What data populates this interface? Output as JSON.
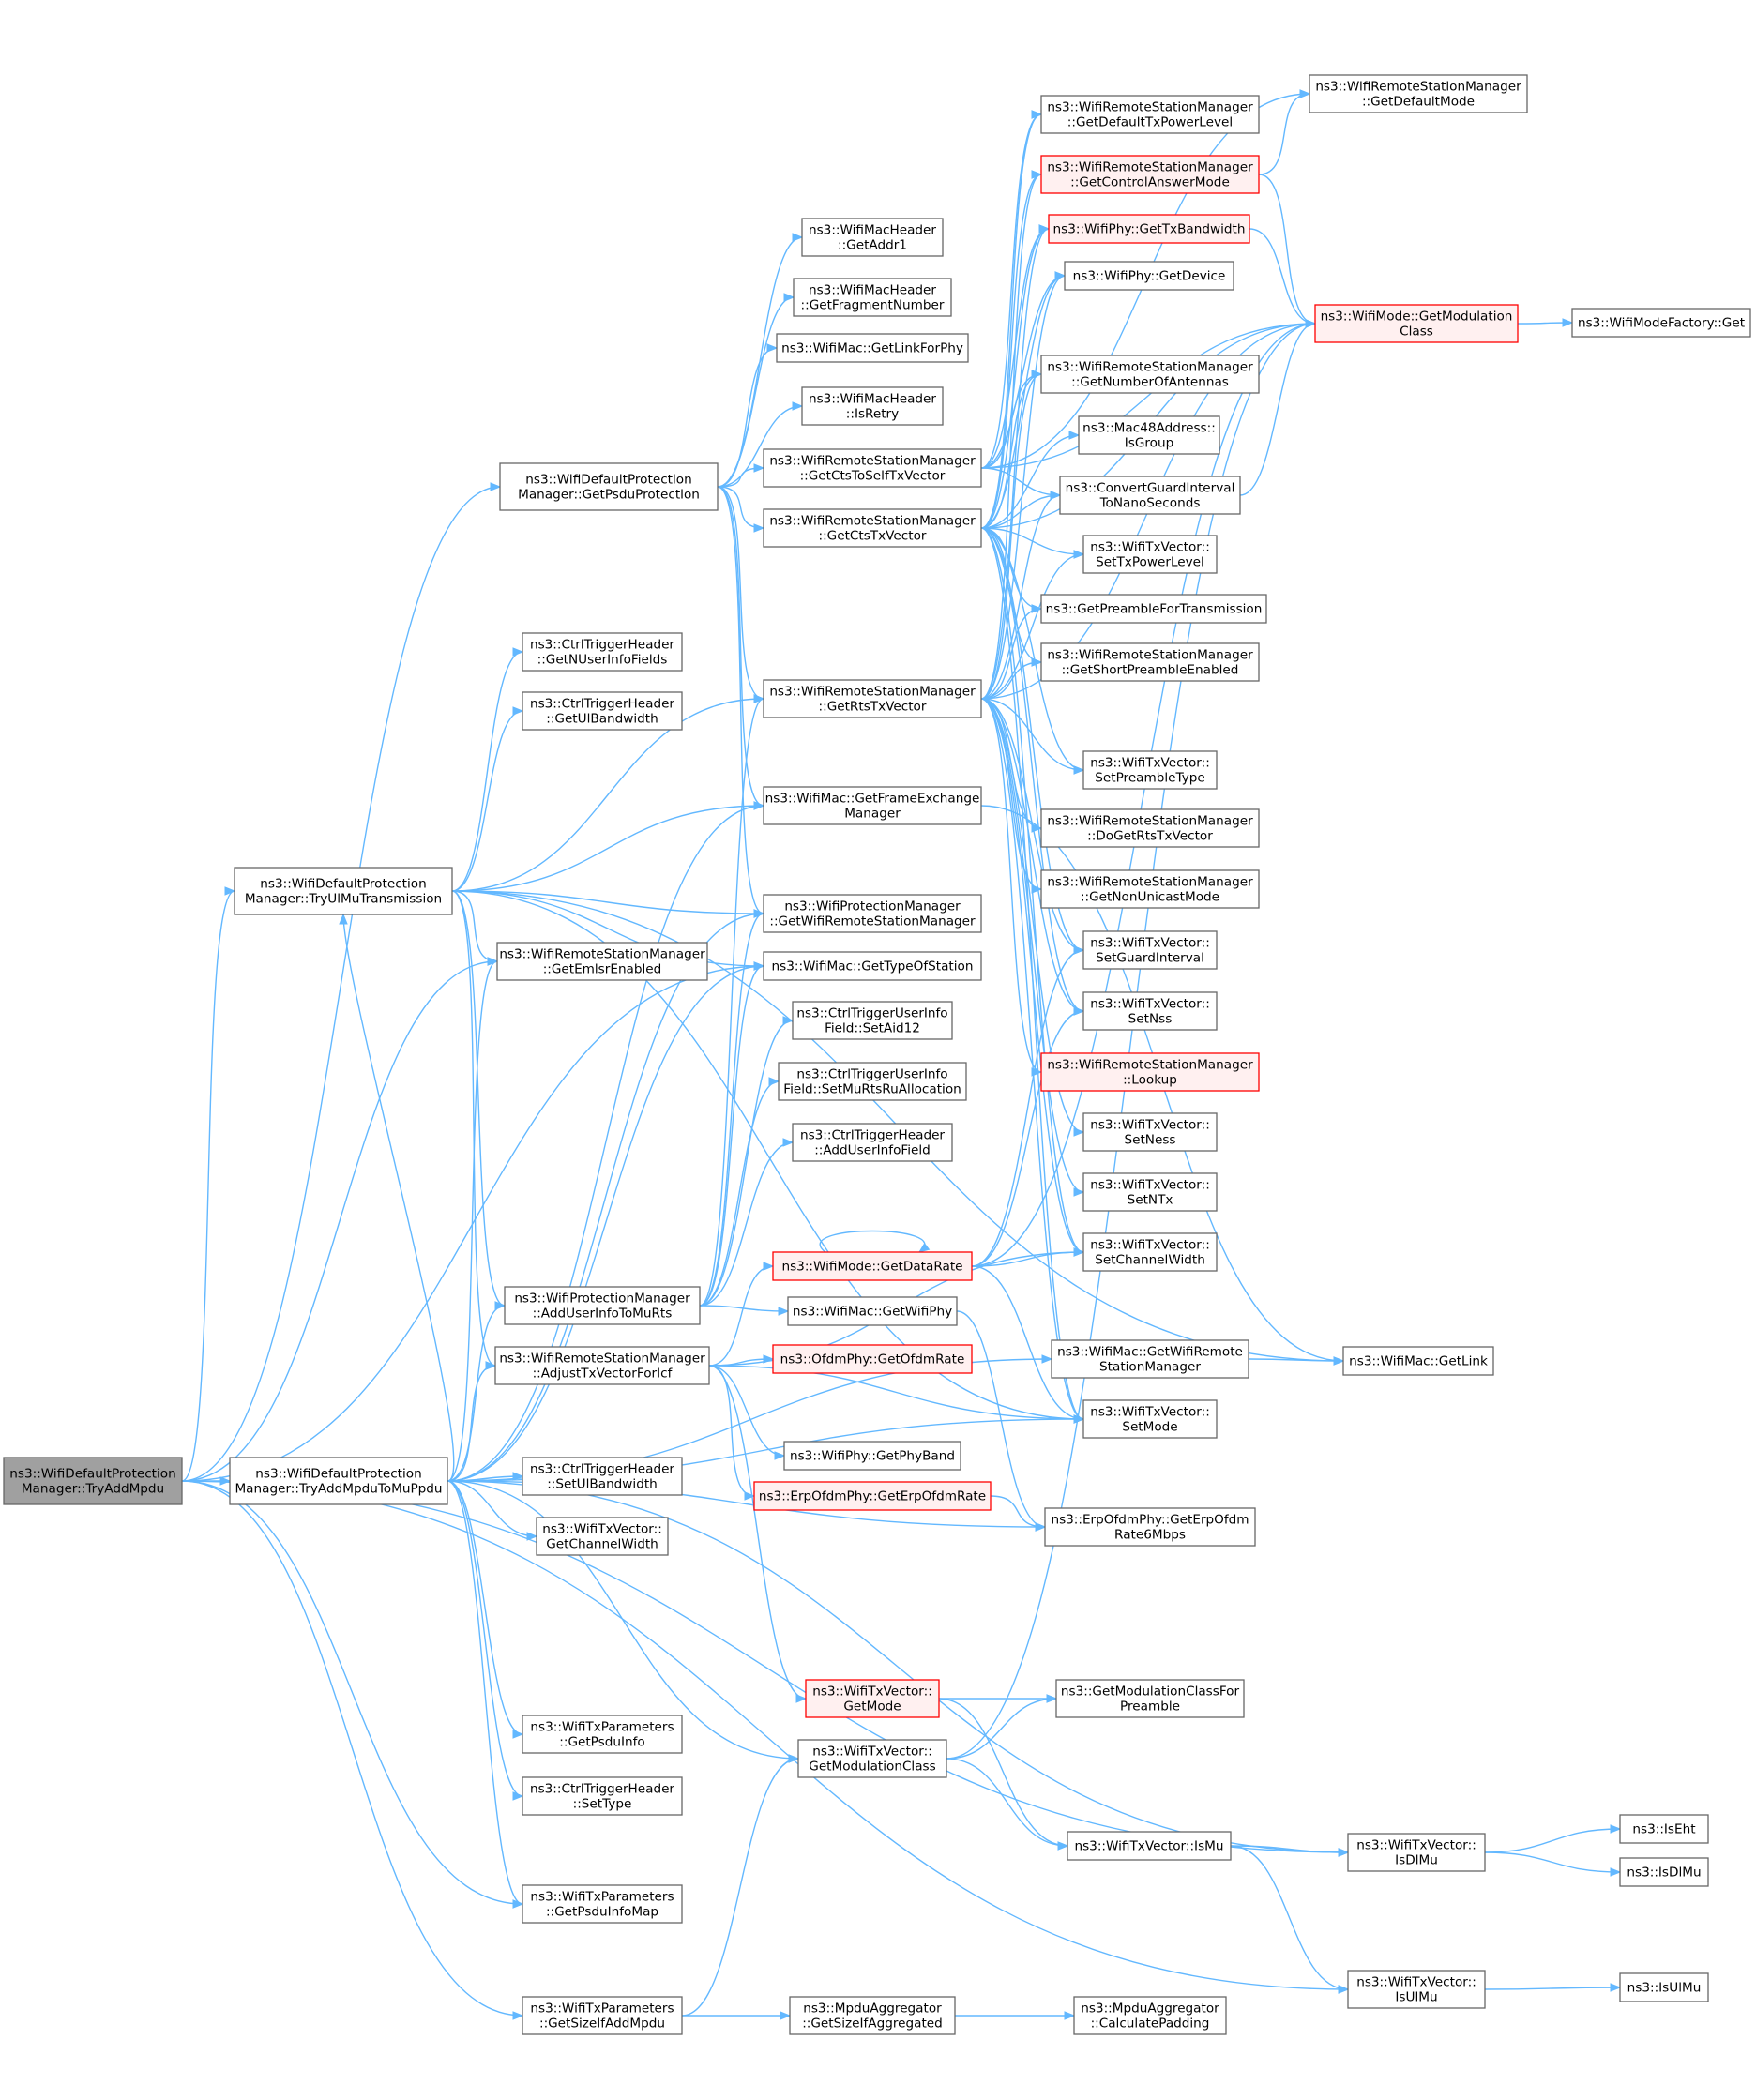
{
  "diagram": {
    "nodes": [
      {
        "id": "root",
        "lines": [
          "ns3::WifiDefaultProtection",
          "Manager::TryAddMpdu"
        ],
        "style": "root"
      },
      {
        "id": "getPsduProtection",
        "lines": [
          "ns3::WifiDefaultProtection",
          "Manager::GetPsduProtection"
        ],
        "style": "normal"
      },
      {
        "id": "tryUlMu",
        "lines": [
          "ns3::WifiDefaultProtection",
          "Manager::TryUlMuTransmission"
        ],
        "style": "normal"
      },
      {
        "id": "tryAddMpduToMuPpdu",
        "lines": [
          "ns3::WifiDefaultProtection",
          "Manager::TryAddMpduToMuPpdu"
        ],
        "style": "normal"
      },
      {
        "id": "getAddr1",
        "lines": [
          "ns3::WifiMacHeader",
          "::GetAddr1"
        ],
        "style": "normal"
      },
      {
        "id": "getFragNum",
        "lines": [
          "ns3::WifiMacHeader",
          "::GetFragmentNumber"
        ],
        "style": "normal"
      },
      {
        "id": "getLinkForPhy",
        "lines": [
          "ns3::WifiMac::GetLinkForPhy"
        ],
        "style": "normal"
      },
      {
        "id": "isRetry",
        "lines": [
          "ns3::WifiMacHeader",
          "::IsRetry"
        ],
        "style": "normal"
      },
      {
        "id": "getCtsToSelf",
        "lines": [
          "ns3::WifiRemoteStationManager",
          "::GetCtsToSelfTxVector"
        ],
        "style": "normal"
      },
      {
        "id": "getCtsTx",
        "lines": [
          "ns3::WifiRemoteStationManager",
          "::GetCtsTxVector"
        ],
        "style": "normal"
      },
      {
        "id": "getNUserInfo",
        "lines": [
          "ns3::CtrlTriggerHeader",
          "::GetNUserInfoFields"
        ],
        "style": "normal"
      },
      {
        "id": "getUlBw",
        "lines": [
          "ns3::CtrlTriggerHeader",
          "::GetUlBandwidth"
        ],
        "style": "normal"
      },
      {
        "id": "getRtsTx",
        "lines": [
          "ns3::WifiRemoteStationManager",
          "::GetRtsTxVector"
        ],
        "style": "normal"
      },
      {
        "id": "getFem",
        "lines": [
          "ns3::WifiMac::GetFrameExchange",
          "Manager"
        ],
        "style": "normal"
      },
      {
        "id": "getWrsm",
        "lines": [
          "ns3::WifiProtectionManager",
          "::GetWifiRemoteStationManager"
        ],
        "style": "normal"
      },
      {
        "id": "getEmlsr",
        "lines": [
          "ns3::WifiRemoteStationManager",
          "::GetEmlsrEnabled"
        ],
        "style": "normal"
      },
      {
        "id": "getTypeOfStation",
        "lines": [
          "ns3::WifiMac::GetTypeOfStation"
        ],
        "style": "normal"
      },
      {
        "id": "setAid12",
        "lines": [
          "ns3::CtrlTriggerUserInfo",
          "Field::SetAid12"
        ],
        "style": "normal"
      },
      {
        "id": "setMuRtsRu",
        "lines": [
          "ns3::CtrlTriggerUserInfo",
          "Field::SetMuRtsRuAllocation"
        ],
        "style": "normal"
      },
      {
        "id": "addUserInfoField",
        "lines": [
          "ns3::CtrlTriggerHeader",
          "::AddUserInfoField"
        ],
        "style": "normal"
      },
      {
        "id": "getDataRate",
        "lines": [
          "ns3::WifiMode::GetDataRate"
        ],
        "style": "red"
      },
      {
        "id": "addUserInfoToMuRts",
        "lines": [
          "ns3::WifiProtectionManager",
          "::AddUserInfoToMuRts"
        ],
        "style": "normal"
      },
      {
        "id": "getWifiPhy",
        "lines": [
          "ns3::WifiMac::GetWifiPhy"
        ],
        "style": "normal"
      },
      {
        "id": "adjustTxVector",
        "lines": [
          "ns3::WifiRemoteStationManager",
          "::AdjustTxVectorForIcf"
        ],
        "style": "normal"
      },
      {
        "id": "getOfdmRate",
        "lines": [
          "ns3::OfdmPhy::GetOfdmRate"
        ],
        "style": "red"
      },
      {
        "id": "getPhyBand",
        "lines": [
          "ns3::WifiPhy::GetPhyBand"
        ],
        "style": "normal"
      },
      {
        "id": "getErpOfdmRate",
        "lines": [
          "ns3::ErpOfdmPhy::GetErpOfdmRate"
        ],
        "style": "red"
      },
      {
        "id": "setUlBw",
        "lines": [
          "ns3::CtrlTriggerHeader",
          "::SetUlBandwidth"
        ],
        "style": "normal"
      },
      {
        "id": "getChannelWidth",
        "lines": [
          "ns3::WifiTxVector::",
          "GetChannelWidth"
        ],
        "style": "normal"
      },
      {
        "id": "getTxVecMode",
        "lines": [
          "ns3::WifiTxVector::",
          "GetMode"
        ],
        "style": "red"
      },
      {
        "id": "getPsduInfo",
        "lines": [
          "ns3::WifiTxParameters",
          "::GetPsduInfo"
        ],
        "style": "normal"
      },
      {
        "id": "getModClass",
        "lines": [
          "ns3::WifiTxVector::",
          "GetModulationClass"
        ],
        "style": "normal"
      },
      {
        "id": "setType",
        "lines": [
          "ns3::CtrlTriggerHeader",
          "::SetType"
        ],
        "style": "normal"
      },
      {
        "id": "getPsduInfoMap",
        "lines": [
          "ns3::WifiTxParameters",
          "::GetPsduInfoMap"
        ],
        "style": "normal"
      },
      {
        "id": "getSizeIfAddMpdu",
        "lines": [
          "ns3::WifiTxParameters",
          "::GetSizeIfAddMpdu"
        ],
        "style": "normal"
      },
      {
        "id": "getSizeIfAggregated",
        "lines": [
          "ns3::MpduAggregator",
          "::GetSizeIfAggregated"
        ],
        "style": "normal"
      },
      {
        "id": "getDefaultTxPower",
        "lines": [
          "ns3::WifiRemoteStationManager",
          "::GetDefaultTxPowerLevel"
        ],
        "style": "normal"
      },
      {
        "id": "getControlAnswerMode",
        "lines": [
          "ns3::WifiRemoteStationManager",
          "::GetControlAnswerMode"
        ],
        "style": "red"
      },
      {
        "id": "getTxBandwidth",
        "lines": [
          "ns3::WifiPhy::GetTxBandwidth"
        ],
        "style": "red"
      },
      {
        "id": "getDevice",
        "lines": [
          "ns3::WifiPhy::GetDevice"
        ],
        "style": "normal"
      },
      {
        "id": "getNumAntennas",
        "lines": [
          "ns3::WifiRemoteStationManager",
          "::GetNumberOfAntennas"
        ],
        "style": "normal"
      },
      {
        "id": "isGroup",
        "lines": [
          "ns3::Mac48Address::",
          "IsGroup"
        ],
        "style": "normal"
      },
      {
        "id": "convertGI",
        "lines": [
          "ns3::ConvertGuardInterval",
          "ToNanoSeconds"
        ],
        "style": "normal"
      },
      {
        "id": "setTxPowerLevel",
        "lines": [
          "ns3::WifiTxVector::",
          "SetTxPowerLevel"
        ],
        "style": "normal"
      },
      {
        "id": "getPreambleForTx",
        "lines": [
          "ns3::GetPreambleForTransmission"
        ],
        "style": "normal"
      },
      {
        "id": "getShortPreamble",
        "lines": [
          "ns3::WifiRemoteStationManager",
          "::GetShortPreambleEnabled"
        ],
        "style": "normal"
      },
      {
        "id": "setPreambleType",
        "lines": [
          "ns3::WifiTxVector::",
          "SetPreambleType"
        ],
        "style": "normal"
      },
      {
        "id": "doGetRts",
        "lines": [
          "ns3::WifiRemoteStationManager",
          "::DoGetRtsTxVector"
        ],
        "style": "normal"
      },
      {
        "id": "getNonUnicast",
        "lines": [
          "ns3::WifiRemoteStationManager",
          "::GetNonUnicastMode"
        ],
        "style": "normal"
      },
      {
        "id": "setGuardInterval",
        "lines": [
          "ns3::WifiTxVector::",
          "SetGuardInterval"
        ],
        "style": "normal"
      },
      {
        "id": "setNss",
        "lines": [
          "ns3::WifiTxVector::",
          "SetNss"
        ],
        "style": "normal"
      },
      {
        "id": "lookup",
        "lines": [
          "ns3::WifiRemoteStationManager",
          "::Lookup"
        ],
        "style": "red"
      },
      {
        "id": "setNess",
        "lines": [
          "ns3::WifiTxVector::",
          "SetNess"
        ],
        "style": "normal"
      },
      {
        "id": "setNTx",
        "lines": [
          "ns3::WifiTxVector::",
          "SetNTx"
        ],
        "style": "normal"
      },
      {
        "id": "setChannelWidth",
        "lines": [
          "ns3::WifiTxVector::",
          "SetChannelWidth"
        ],
        "style": "normal"
      },
      {
        "id": "getWifiRsmMac",
        "lines": [
          "ns3::WifiMac::GetWifiRemote",
          "StationManager"
        ],
        "style": "normal"
      },
      {
        "id": "setMode",
        "lines": [
          "ns3::WifiTxVector::",
          "SetMode"
        ],
        "style": "normal"
      },
      {
        "id": "getErpOfdmRate6",
        "lines": [
          "ns3::ErpOfdmPhy::GetErpOfdm",
          "Rate6Mbps"
        ],
        "style": "normal"
      },
      {
        "id": "getModClassForPreamble",
        "lines": [
          "ns3::GetModulationClassFor",
          "Preamble"
        ],
        "style": "normal"
      },
      {
        "id": "isMu",
        "lines": [
          "ns3::WifiTxVector::IsMu"
        ],
        "style": "normal"
      },
      {
        "id": "calcPadding",
        "lines": [
          "ns3::MpduAggregator",
          "::CalculatePadding"
        ],
        "style": "normal"
      },
      {
        "id": "getDefaultMode",
        "lines": [
          "ns3::WifiRemoteStationManager",
          "::GetDefaultMode"
        ],
        "style": "normal"
      },
      {
        "id": "getModulationClassMode",
        "lines": [
          "ns3::WifiMode::GetModulation",
          "Class"
        ],
        "style": "red"
      },
      {
        "id": "getLink",
        "lines": [
          "ns3::WifiMac::GetLink"
        ],
        "style": "normal"
      },
      {
        "id": "isDlMuVec",
        "lines": [
          "ns3::WifiTxVector::",
          "IsDlMu"
        ],
        "style": "normal"
      },
      {
        "id": "isUlMuVec",
        "lines": [
          "ns3::WifiTxVector::",
          "IsUlMu"
        ],
        "style": "normal"
      },
      {
        "id": "wifiModeFactoryGet",
        "lines": [
          "ns3::WifiModeFactory::Get"
        ],
        "style": "normal"
      },
      {
        "id": "isEht",
        "lines": [
          "ns3::IsEht"
        ],
        "style": "normal"
      },
      {
        "id": "isDlMu",
        "lines": [
          "ns3::IsDlMu"
        ],
        "style": "normal"
      },
      {
        "id": "isUlMu",
        "lines": [
          "ns3::IsUlMu"
        ],
        "style": "normal"
      }
    ],
    "edges": [
      [
        "root",
        "getPsduProtection"
      ],
      [
        "root",
        "tryUlMu"
      ],
      [
        "root",
        "tryAddMpduToMuPpdu"
      ],
      [
        "root",
        "getEmlsr"
      ],
      [
        "root",
        "getTypeOfStation"
      ],
      [
        "root",
        "getPsduInfoMap"
      ],
      [
        "root",
        "getSizeIfAddMpdu"
      ],
      [
        "root",
        "isDlMuVec"
      ],
      [
        "root",
        "isUlMuVec"
      ],
      [
        "getPsduProtection",
        "getAddr1"
      ],
      [
        "getPsduProtection",
        "getFragNum"
      ],
      [
        "getPsduProtection",
        "getLinkForPhy"
      ],
      [
        "getPsduProtection",
        "isRetry"
      ],
      [
        "getPsduProtection",
        "getCtsToSelf"
      ],
      [
        "getPsduProtection",
        "getCtsTx"
      ],
      [
        "getPsduProtection",
        "getRtsTx"
      ],
      [
        "getPsduProtection",
        "getFem"
      ],
      [
        "getPsduProtection",
        "getWrsm"
      ],
      [
        "tryUlMu",
        "getNUserInfo"
      ],
      [
        "tryUlMu",
        "getUlBw"
      ],
      [
        "tryUlMu",
        "getRtsTx"
      ],
      [
        "tryUlMu",
        "getFem"
      ],
      [
        "tryUlMu",
        "getWrsm"
      ],
      [
        "tryUlMu",
        "getEmlsr"
      ],
      [
        "tryUlMu",
        "getTypeOfStation"
      ],
      [
        "tryUlMu",
        "addUserInfoToMuRts"
      ],
      [
        "tryUlMu",
        "adjustTxVector"
      ],
      [
        "tryUlMu",
        "setMode"
      ],
      [
        "tryUlMu",
        "getLink"
      ],
      [
        "tryAddMpduToMuPpdu",
        "tryUlMu"
      ],
      [
        "tryAddMpduToMuPpdu",
        "getWrsm"
      ],
      [
        "tryAddMpduToMuPpdu",
        "getEmlsr"
      ],
      [
        "tryAddMpduToMuPpdu",
        "getTypeOfStation"
      ],
      [
        "tryAddMpduToMuPpdu",
        "getFem"
      ],
      [
        "tryAddMpduToMuPpdu",
        "addUserInfoToMuRts"
      ],
      [
        "tryAddMpduToMuPpdu",
        "adjustTxVector"
      ],
      [
        "tryAddMpduToMuPpdu",
        "setUlBw"
      ],
      [
        "tryAddMpduToMuPpdu",
        "getChannelWidth"
      ],
      [
        "tryAddMpduToMuPpdu",
        "getPsduInfo"
      ],
      [
        "tryAddMpduToMuPpdu",
        "setType"
      ],
      [
        "tryAddMpduToMuPpdu",
        "getPsduInfoMap"
      ],
      [
        "tryAddMpduToMuPpdu",
        "getModClass"
      ],
      [
        "tryAddMpduToMuPpdu",
        "isDlMuVec"
      ],
      [
        "tryAddMpduToMuPpdu",
        "setMode"
      ],
      [
        "tryAddMpduToMuPpdu",
        "getErpOfdmRate6"
      ],
      [
        "tryAddMpduToMuPpdu",
        "getWifiRsmMac"
      ],
      [
        "addUserInfoToMuRts",
        "getRtsTx"
      ],
      [
        "addUserInfoToMuRts",
        "getWrsm"
      ],
      [
        "addUserInfoToMuRts",
        "getTypeOfStation"
      ],
      [
        "addUserInfoToMuRts",
        "setAid12"
      ],
      [
        "addUserInfoToMuRts",
        "setMuRtsRu"
      ],
      [
        "addUserInfoToMuRts",
        "addUserInfoField"
      ],
      [
        "addUserInfoToMuRts",
        "getWifiPhy"
      ],
      [
        "adjustTxVector",
        "getDataRate"
      ],
      [
        "adjustTxVector",
        "getOfdmRate"
      ],
      [
        "adjustTxVector",
        "getPhyBand"
      ],
      [
        "adjustTxVector",
        "getErpOfdmRate"
      ],
      [
        "adjustTxVector",
        "getTxVecMode"
      ],
      [
        "adjustTxVector",
        "setMode"
      ],
      [
        "adjustTxVector",
        "setChannelWidth"
      ],
      [
        "getSizeIfAddMpdu",
        "getModClass"
      ],
      [
        "getSizeIfAddMpdu",
        "getSizeIfAggregated"
      ],
      [
        "getSizeIfAggregated",
        "calcPadding"
      ],
      [
        "getCtsToSelf",
        "getDefaultTxPower"
      ],
      [
        "getCtsToSelf",
        "getTxBandwidth"
      ],
      [
        "getCtsToSelf",
        "getDevice"
      ],
      [
        "getCtsToSelf",
        "getNumAntennas"
      ],
      [
        "getCtsToSelf",
        "convertGI"
      ],
      [
        "getCtsToSelf",
        "getDefaultMode"
      ],
      [
        "getCtsToSelf",
        "getModulationClassMode"
      ],
      [
        "getCtsTx",
        "getControlAnswerMode"
      ],
      [
        "getCtsTx",
        "getDefaultTxPower"
      ],
      [
        "getCtsTx",
        "getTxBandwidth"
      ],
      [
        "getCtsTx",
        "getDevice"
      ],
      [
        "getCtsTx",
        "getNumAntennas"
      ],
      [
        "getCtsTx",
        "isGroup"
      ],
      [
        "getCtsTx",
        "convertGI"
      ],
      [
        "getCtsTx",
        "setTxPowerLevel"
      ],
      [
        "getCtsTx",
        "getPreambleForTx"
      ],
      [
        "getCtsTx",
        "getShortPreamble"
      ],
      [
        "getCtsTx",
        "setPreambleType"
      ],
      [
        "getCtsTx",
        "setGuardInterval"
      ],
      [
        "getCtsTx",
        "setNss"
      ],
      [
        "getCtsTx",
        "setChannelWidth"
      ],
      [
        "getCtsTx",
        "setMode"
      ],
      [
        "getCtsTx",
        "getModulationClassMode"
      ],
      [
        "getRtsTx",
        "getControlAnswerMode"
      ],
      [
        "getRtsTx",
        "getTxBandwidth"
      ],
      [
        "getRtsTx",
        "getDevice"
      ],
      [
        "getRtsTx",
        "getNumAntennas"
      ],
      [
        "getRtsTx",
        "convertGI"
      ],
      [
        "getRtsTx",
        "setTxPowerLevel"
      ],
      [
        "getRtsTx",
        "getPreambleForTx"
      ],
      [
        "getRtsTx",
        "getShortPreamble"
      ],
      [
        "getRtsTx",
        "setPreambleType"
      ],
      [
        "getRtsTx",
        "doGetRts"
      ],
      [
        "getRtsTx",
        "getNonUnicast"
      ],
      [
        "getRtsTx",
        "setGuardInterval"
      ],
      [
        "getRtsTx",
        "setNss"
      ],
      [
        "getRtsTx",
        "lookup"
      ],
      [
        "getRtsTx",
        "setNess"
      ],
      [
        "getRtsTx",
        "setNTx"
      ],
      [
        "getRtsTx",
        "setChannelWidth"
      ],
      [
        "getRtsTx",
        "setMode"
      ],
      [
        "getRtsTx",
        "getModulationClassMode"
      ],
      [
        "getFem",
        "getLink"
      ],
      [
        "getWifiPhy",
        "getErpOfdmRate6"
      ],
      [
        "getDataRate",
        "getDataRate"
      ],
      [
        "getDataRate",
        "getModulationClassMode"
      ],
      [
        "getDataRate",
        "setChannelWidth"
      ],
      [
        "getDataRate",
        "setGuardInterval"
      ],
      [
        "getDataRate",
        "setNss"
      ],
      [
        "getDataRate",
        "setMode"
      ],
      [
        "getErpOfdmRate",
        "getErpOfdmRate6"
      ],
      [
        "getTxVecMode",
        "getModClassForPreamble"
      ],
      [
        "getTxVecMode",
        "isMu"
      ],
      [
        "getModClass",
        "getModClassForPreamble"
      ],
      [
        "getModClass",
        "isMu"
      ],
      [
        "getModClass",
        "getModulationClassMode"
      ],
      [
        "isMu",
        "isDlMuVec"
      ],
      [
        "isMu",
        "isUlMuVec"
      ],
      [
        "getWifiRsmMac",
        "getLink"
      ],
      [
        "getControlAnswerMode",
        "getDefaultMode"
      ],
      [
        "getControlAnswerMode",
        "getModulationClassMode"
      ],
      [
        "getTxBandwidth",
        "getModulationClassMode"
      ],
      [
        "convertGI",
        "getModulationClassMode"
      ],
      [
        "getModulationClassMode",
        "wifiModeFactoryGet"
      ],
      [
        "isDlMuVec",
        "isEht"
      ],
      [
        "isDlMuVec",
        "isDlMu"
      ],
      [
        "isUlMuVec",
        "isUlMu"
      ]
    ]
  }
}
